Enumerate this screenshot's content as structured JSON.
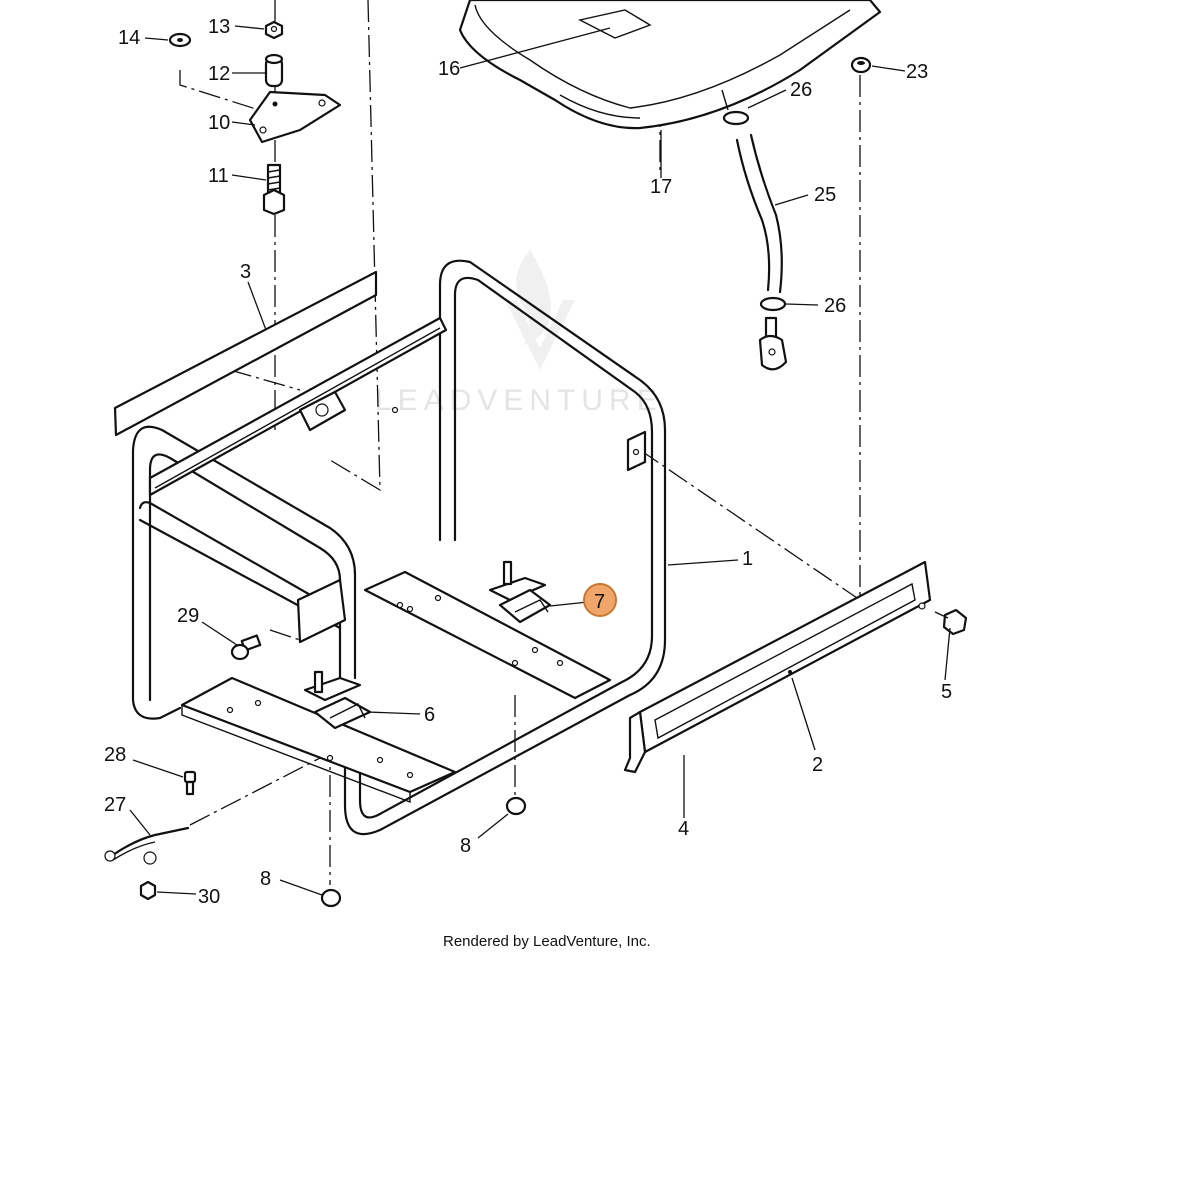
{
  "watermark": "LEADVENTURE",
  "footer": "Rendered by LeadVenture, Inc.",
  "highlight_color": "#f0a66b",
  "callouts": {
    "c1": "1",
    "c2": "2",
    "c3": "3",
    "c4": "4",
    "c5": "5",
    "c6": "6",
    "c7": "7",
    "c8a": "8",
    "c8b": "8",
    "c10": "10",
    "c11": "11",
    "c12": "12",
    "c13": "13",
    "c14": "14",
    "c16": "16",
    "c17": "17",
    "c23": "23",
    "c25": "25",
    "c26a": "26",
    "c26b": "26",
    "c27": "27",
    "c28": "28",
    "c29": "29",
    "c30": "30"
  }
}
